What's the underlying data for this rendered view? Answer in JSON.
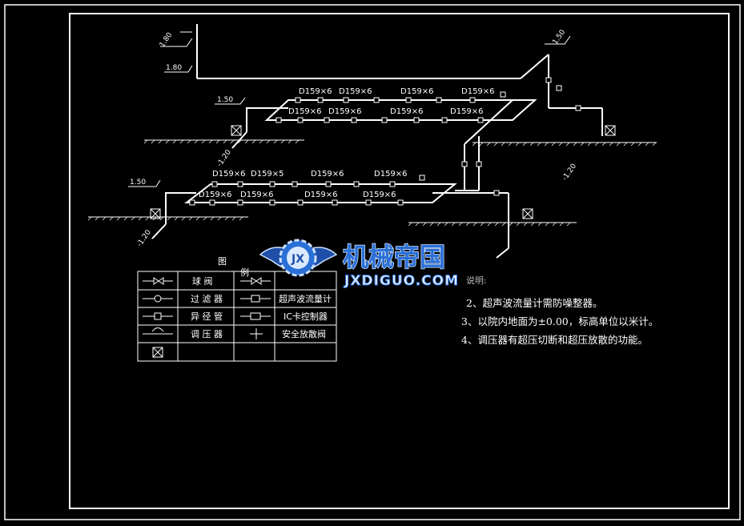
{
  "elevations": {
    "top_left_1": "1.80",
    "top_left_2": "1.80",
    "mid_left": "1.50",
    "lower_left": "1.50",
    "top_right": "1.50",
    "neg_left_upper": "-1.20",
    "neg_left_lower": "-1.20",
    "neg_right": "-1.20"
  },
  "pipe_labels": {
    "upper_back": [
      "D159×6",
      "D159×6",
      "D159×6",
      "D159×6"
    ],
    "upper_front": [
      "D159×6",
      "D159×6",
      "D159×6",
      "D159×6"
    ],
    "lower_back": [
      "D159×6",
      "D159×5",
      "D159×6",
      "D159×6"
    ],
    "lower_front": [
      "D159×6",
      "D159×6",
      "D159×6",
      "D159×6"
    ]
  },
  "legend": {
    "title_left": "图",
    "title_right": "例",
    "rows": [
      {
        "left": "球 阀",
        "right": ""
      },
      {
        "left": "过 滤 器",
        "right": "超声波流量计"
      },
      {
        "left": "异 径 管",
        "right": "IC卡控制器"
      },
      {
        "left": "调 压 器",
        "right": "安全放散阀"
      },
      {
        "left": "",
        "right": ""
      }
    ]
  },
  "notes": {
    "partial": "说明:",
    "n2": "2、超声波流量计需防噪整器。",
    "n3": "3、以院内地面为±0.00，标高单位以米计。",
    "n4": "4、调压器有超压切断和超压放散的功能。"
  },
  "watermark": {
    "logo_letters": "JX",
    "name": "机械帝国",
    "url": "JXDIGUO.COM"
  },
  "colors": {
    "background": "#000000",
    "lines": "#ffffff",
    "watermark_blue": "#2a6fd6",
    "watermark_light": "#cfe2ff"
  }
}
